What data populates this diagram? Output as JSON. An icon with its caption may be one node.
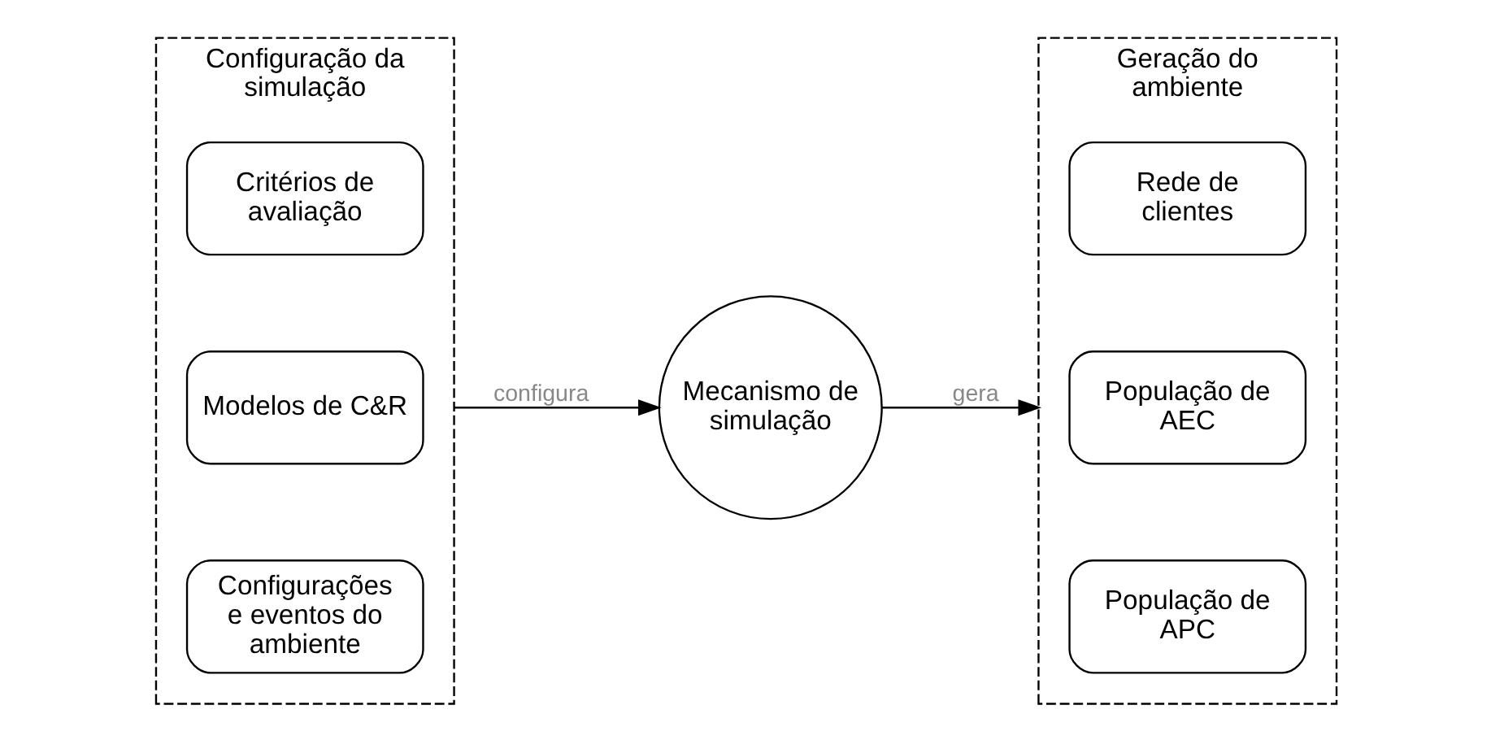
{
  "diagram": {
    "nodes": [
      {
        "text": [
          "Configuração da simulação"
        ]
      },
      {
        "text": [
          "Configurações e eventos do ambiente"
        ],
        "in": 0
      },
      {
        "text": [
          "Modelos de C&R"
        ],
        "in": 0
      },
      {
        "text": [
          "Critérios de avaliação"
        ],
        "in": 0
      },
      {
        "text": [
          "Mecanismo de simulação"
        ]
      },
      {
        "text": [
          "Geração do ambiente"
        ]
      },
      {
        "text": [
          "População de APC"
        ],
        "in": 5
      },
      {
        "text": [
          "População de AEC"
        ],
        "in": 5
      },
      {
        "text": [
          "Rede de clientes"
        ],
        "in": 5
      }
    ],
    "edges": [
      {
        "from": 0,
        "to": 4,
        "label": "configura",
        "arrow": "to"
      },
      {
        "from": 4,
        "to": 5,
        "label": "gera",
        "arrow": "to"
      }
    ]
  }
}
